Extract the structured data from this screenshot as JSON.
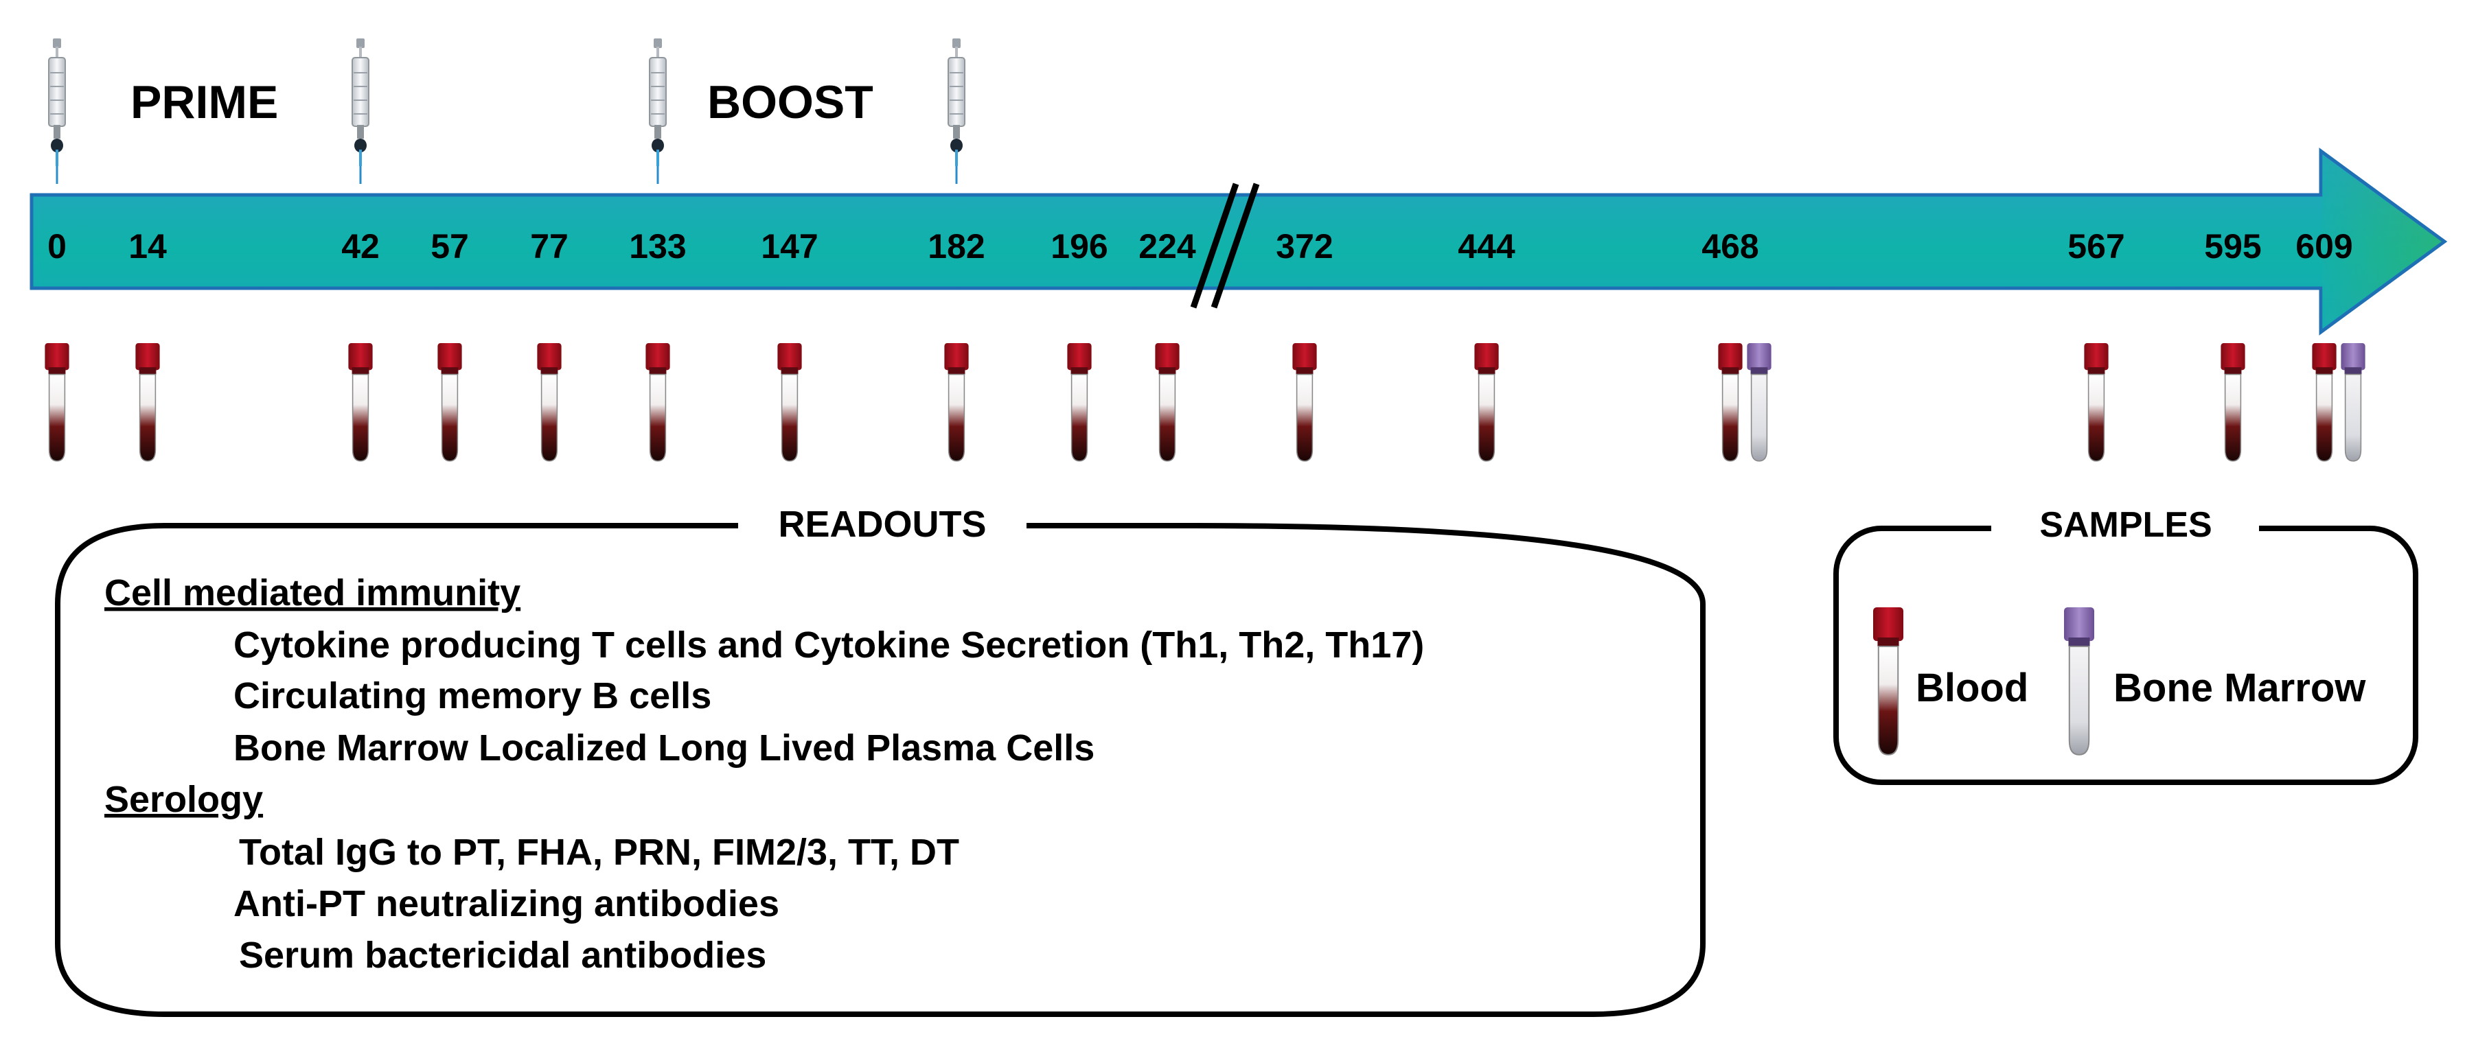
{
  "phases": {
    "prime": "PRIME",
    "boost": "BOOST"
  },
  "timeline": {
    "days": [
      "0",
      "14",
      "42",
      "57",
      "77",
      "133",
      "147",
      "182",
      "196",
      "224",
      "372",
      "444",
      "468",
      "567",
      "595",
      "609"
    ],
    "injection_days": [
      "0",
      "42",
      "133",
      "182"
    ],
    "bone_marrow_days": [
      "468",
      "609"
    ],
    "colors": {
      "arrow_top": "#2aa1c6",
      "arrow_mid": "#14b2a8",
      "arrow_tip": "#2fb566",
      "arrow_border": "#1f6fb5"
    }
  },
  "readouts": {
    "title": "READOUTS",
    "sections": [
      {
        "heading": "Cell mediated immunity",
        "items": [
          "Cytokine producing T cells and Cytokine Secretion (Th1, Th2, Th17)",
          "Circulating memory B cells",
          "Bone Marrow Localized Long Lived Plasma Cells"
        ]
      },
      {
        "heading": "Serology",
        "items": [
          "Total IgG to PT, FHA, PRN, FIM2/3,  TT, DT",
          "Anti-PT neutralizing antibodies",
          "Serum bactericidal antibodies"
        ]
      }
    ]
  },
  "samples": {
    "title": "SAMPLES",
    "items": [
      {
        "label": "Blood",
        "icon": "blood-tube-icon",
        "cap_color": "#b0101c"
      },
      {
        "label": "Bone Marrow",
        "icon": "bone-marrow-tube-icon",
        "cap_color": "#8c6fb0"
      }
    ]
  }
}
